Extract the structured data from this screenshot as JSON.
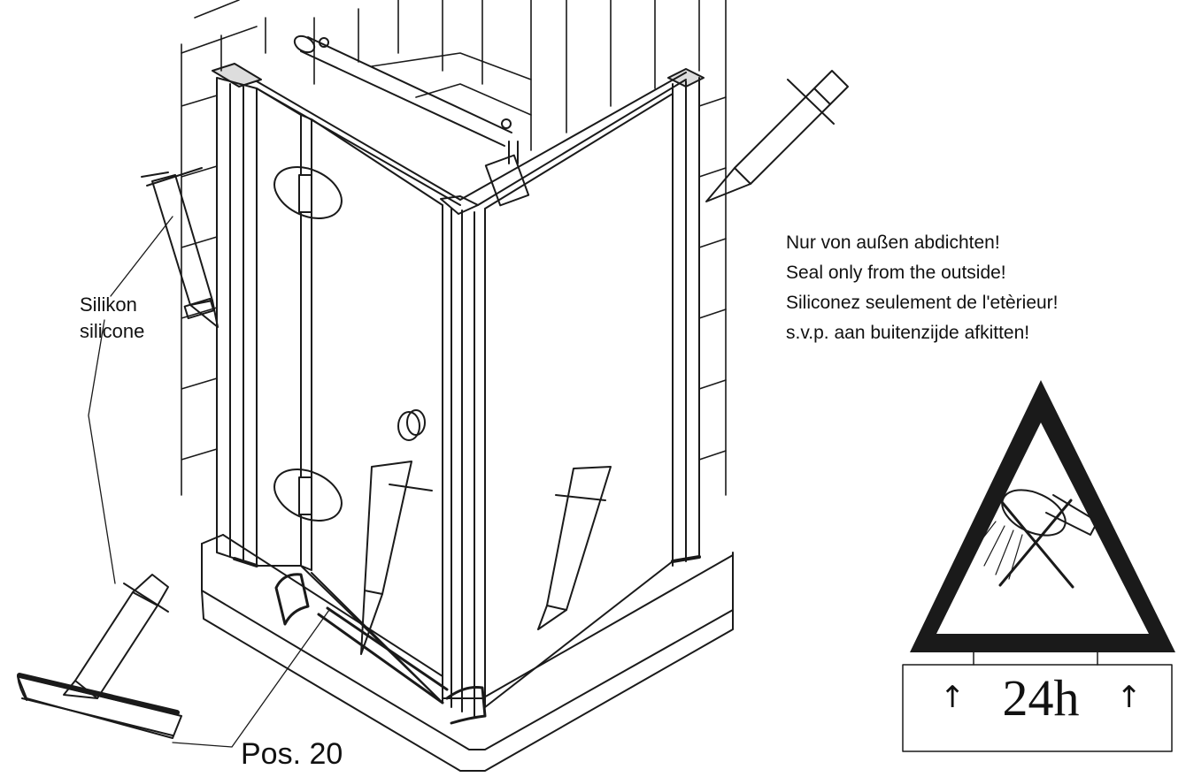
{
  "labels": {
    "sealant_line1": "Silikon",
    "sealant_line2": "silicone",
    "part_ref": "Pos. 20"
  },
  "instructions": [
    "Nur von außen abdichten!",
    "Seal only from the outside!",
    "Siliconez seulement de l'etèrieur!",
    "s.v.p. aan buitenzijde afkitten!"
  ],
  "warning_sign": {
    "duration": "24h",
    "arrow_left": "↑",
    "arrow_right": "↑",
    "icon": "no-shower-icon"
  },
  "colors": {
    "line": "#1a1a1a",
    "background": "#ffffff"
  }
}
